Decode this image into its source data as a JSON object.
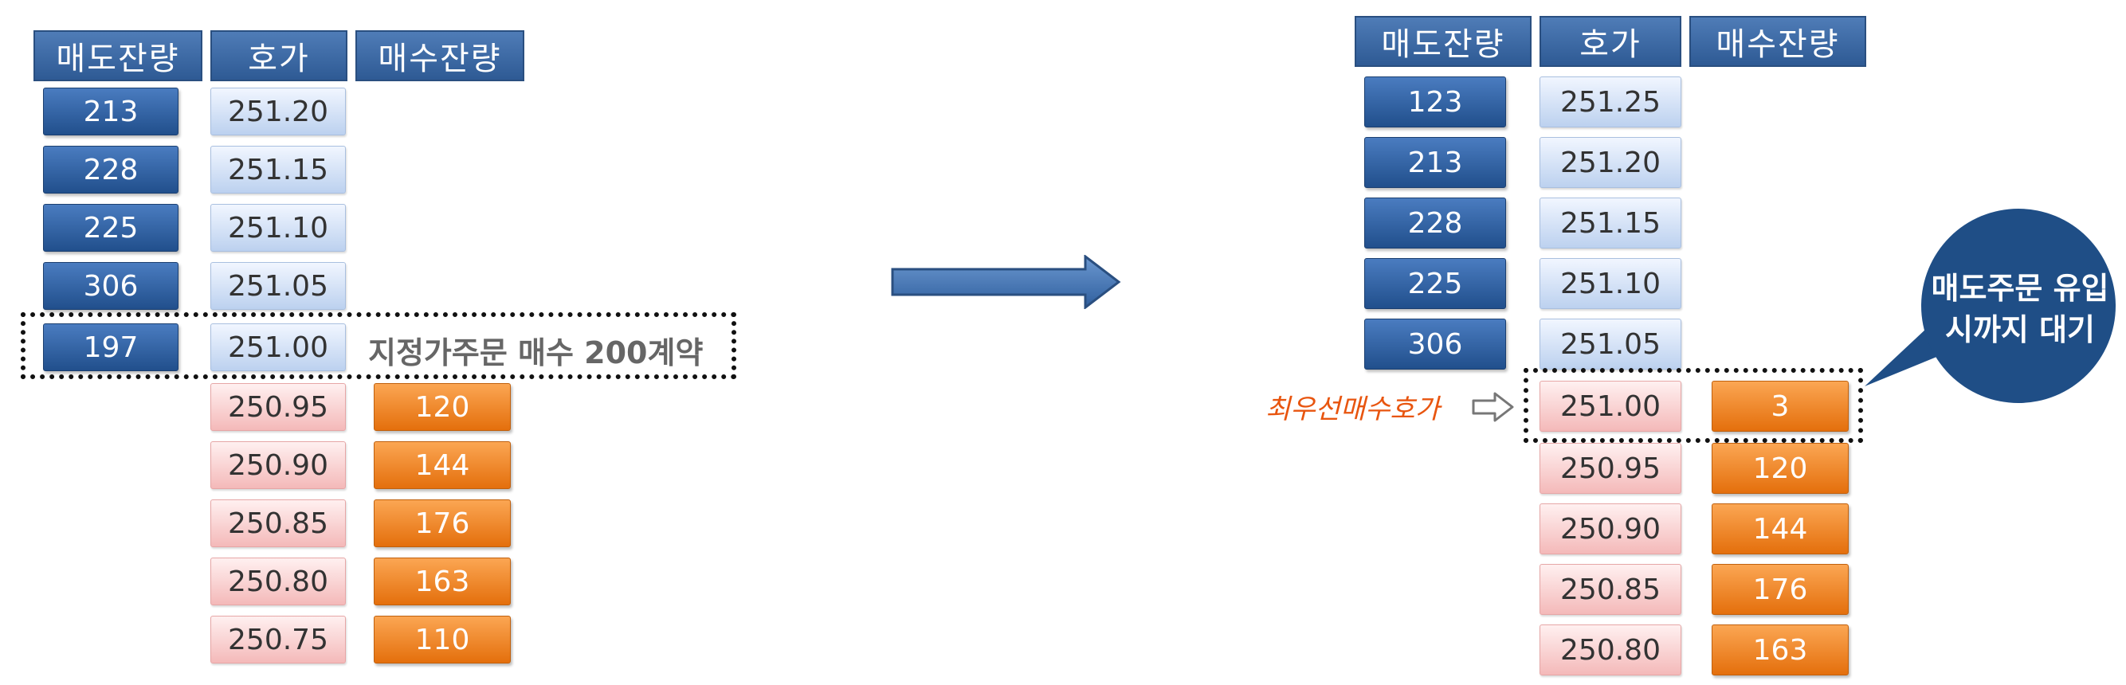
{
  "headers": {
    "sell_qty": "매도잔량",
    "price": "호가",
    "buy_qty": "매수잔량"
  },
  "before": {
    "sell_qty": [
      "213",
      "228",
      "225",
      "306",
      "197"
    ],
    "ask_prices": [
      "251.20",
      "251.15",
      "251.10",
      "251.05",
      "251.00"
    ],
    "bid_prices": [
      "250.95",
      "250.90",
      "250.85",
      "250.80",
      "250.75"
    ],
    "buy_qty": [
      "120",
      "144",
      "176",
      "163",
      "110"
    ],
    "order_note": "지정가주문 매수 200계약"
  },
  "after": {
    "sell_qty": [
      "123",
      "213",
      "228",
      "225",
      "306"
    ],
    "ask_prices": [
      "251.25",
      "251.20",
      "251.15",
      "251.10",
      "251.05"
    ],
    "bid_prices": [
      "251.00",
      "250.95",
      "250.90",
      "250.85",
      "250.80"
    ],
    "buy_qty": [
      "3",
      "120",
      "144",
      "176",
      "163"
    ],
    "best_bid_label": "최우선매수호가",
    "callout": {
      "line1": "매도주문 유입",
      "line2": "시까지 대기"
    }
  },
  "colors": {
    "header": "#2e5a94",
    "sell": "#2c5c9e",
    "ask_price": "#d6e4f8",
    "bid_price": "#f8cfcf",
    "buy": "#f28a2c",
    "arrow": "#3a6aa8",
    "callout": "#1f4e86",
    "annotation": "#e8550f"
  }
}
